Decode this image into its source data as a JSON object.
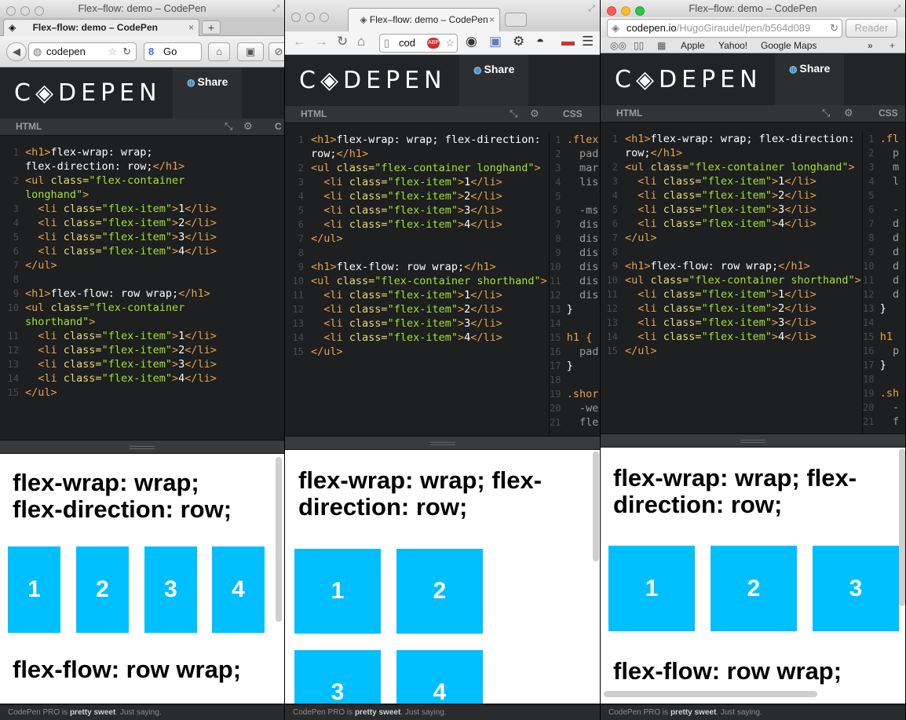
{
  "colors": {
    "accent": "#00bfff",
    "editor_bg": "#1d1f20",
    "tag": "#e8a44b",
    "attr": "#e6db74",
    "string": "#a6e22e"
  },
  "windows": [
    {
      "browser": "firefox",
      "title": "Flex–flow: demo – CodePen",
      "tab": "Flex–flow: demo – CodePen",
      "url": "codepen",
      "search": "Go"
    },
    {
      "browser": "chrome",
      "title": "",
      "tab": "Flex–flow: demo – CodePen",
      "url": "cod"
    },
    {
      "browser": "safari",
      "title": "Flex–flow: demo – CodePen",
      "url_host": "codepen.io",
      "url_path": "/HugoGiraudel/pen/b564d089",
      "reader": "Reader",
      "bookmarks": [
        "Apple",
        "Yahoo!",
        "Google Maps"
      ]
    }
  ],
  "codepen": {
    "logo": "C◈DEPEN",
    "share": "Share",
    "html_label": "HTML",
    "css_label": "CSS",
    "footer_a": "CodePen PRO is ",
    "footer_b": "pretty sweet",
    "footer_c": ". Just saying."
  },
  "html_lines_w1": [
    [
      "1",
      "<h1>",
      "flex-wrap: wrap;"
    ],
    [
      "",
      "flex-direction: row;",
      "</h1>"
    ],
    [
      "2",
      "<ul ",
      "class=",
      "\"flex-container"
    ],
    [
      "",
      "longhand\"",
      ">"
    ],
    [
      "3",
      "  <li ",
      "class=",
      "\"flex-item\"",
      ">1</li>"
    ],
    [
      "4",
      "  <li ",
      "class=",
      "\"flex-item\"",
      ">2</li>"
    ],
    [
      "5",
      "  <li ",
      "class=",
      "\"flex-item\"",
      ">3</li>"
    ],
    [
      "6",
      "  <li ",
      "class=",
      "\"flex-item\"",
      ">4</li>"
    ],
    [
      "7",
      "</ul>"
    ],
    [
      "8",
      ""
    ],
    [
      "9",
      "<h1>",
      "flex-flow: row wrap;",
      "</h1>"
    ],
    [
      "10",
      "<ul ",
      "class=",
      "\"flex-container"
    ],
    [
      "",
      "shorthand\"",
      ">"
    ],
    [
      "11",
      "  <li ",
      "class=",
      "\"flex-item\"",
      ">1</li>"
    ],
    [
      "12",
      "  <li ",
      "class=",
      "\"flex-item\"",
      ">2</li>"
    ],
    [
      "13",
      "  <li ",
      "class=",
      "\"flex-item\"",
      ">3</li>"
    ],
    [
      "14",
      "  <li ",
      "class=",
      "\"flex-item\"",
      ">4</li>"
    ],
    [
      "15",
      "</ul>"
    ]
  ],
  "html_lines_w23": [
    [
      "1",
      "<h1>",
      "flex-wrap: wrap; flex-direction:"
    ],
    [
      "",
      "row;",
      "</h1>"
    ],
    [
      "2",
      "<ul ",
      "class=",
      "\"flex-container longhand\"",
      ">"
    ],
    [
      "3",
      "  <li ",
      "class=",
      "\"flex-item\"",
      ">1</li>"
    ],
    [
      "4",
      "  <li ",
      "class=",
      "\"flex-item\"",
      ">2</li>"
    ],
    [
      "5",
      "  <li ",
      "class=",
      "\"flex-item\"",
      ">3</li>"
    ],
    [
      "6",
      "  <li ",
      "class=",
      "\"flex-item\"",
      ">4</li>"
    ],
    [
      "7",
      "</ul>"
    ],
    [
      "8",
      ""
    ],
    [
      "9",
      "<h1>",
      "flex-flow: row wrap;",
      "</h1>"
    ],
    [
      "10",
      "<ul ",
      "class=",
      "\"flex-container shorthand\"",
      ">"
    ],
    [
      "11",
      "  <li ",
      "class=",
      "\"flex-item\"",
      ">1</li>"
    ],
    [
      "12",
      "  <li ",
      "class=",
      "\"flex-item\"",
      ">2</li>"
    ],
    [
      "13",
      "  <li ",
      "class=",
      "\"flex-item\"",
      ">3</li>"
    ],
    [
      "14",
      "  <li ",
      "class=",
      "\"flex-item\"",
      ">4</li>"
    ],
    [
      "15",
      "</ul>"
    ]
  ],
  "css_w2": [
    [
      "1",
      ".flex"
    ],
    [
      "2",
      "  pad"
    ],
    [
      "3",
      "  mar"
    ],
    [
      "4",
      "  lis"
    ],
    [
      "5",
      ""
    ],
    [
      "6",
      "  -ms"
    ],
    [
      "7",
      "  dis"
    ],
    [
      "8",
      "  dis"
    ],
    [
      "9",
      "  dis"
    ],
    [
      "10",
      "  dis"
    ],
    [
      "11",
      "  dis"
    ],
    [
      "12",
      "  dis"
    ],
    [
      "13",
      "}"
    ],
    [
      "14",
      ""
    ],
    [
      "15",
      "h1 {"
    ],
    [
      "16",
      "  pad"
    ],
    [
      "17",
      "}"
    ],
    [
      "18",
      ""
    ],
    [
      "19",
      ".shor"
    ],
    [
      "20",
      "  -we"
    ],
    [
      "21",
      "  fle"
    ]
  ],
  "css_w3": [
    [
      "1",
      ".fl"
    ],
    [
      "2",
      "  p"
    ],
    [
      "3",
      "  m"
    ],
    [
      "4",
      "  l"
    ],
    [
      "5",
      ""
    ],
    [
      "6",
      "  -"
    ],
    [
      "7",
      "  d"
    ],
    [
      "8",
      "  d"
    ],
    [
      "9",
      "  d"
    ],
    [
      "10",
      "  d"
    ],
    [
      "11",
      "  d"
    ],
    [
      "12",
      "  d"
    ],
    [
      "13",
      "}"
    ],
    [
      "14",
      ""
    ],
    [
      "15",
      "h1"
    ],
    [
      "16",
      "  p"
    ],
    [
      "17",
      "}"
    ],
    [
      "18",
      ""
    ],
    [
      "19",
      ".sh"
    ],
    [
      "20",
      "  -"
    ],
    [
      "21",
      "  f"
    ]
  ],
  "preview": {
    "w1": {
      "h1a_1": "flex-wrap: wrap;",
      "h1a_2": "flex-direction: row;",
      "items": [
        "1",
        "2",
        "3",
        "4"
      ],
      "h1b": "flex-flow: row wrap;"
    },
    "w2": {
      "h1a_1": "flex-wrap: wrap; flex-",
      "h1a_2": "direction: row;",
      "items": [
        "1",
        "2",
        "3",
        "4"
      ]
    },
    "w3": {
      "h1a_1": "flex-wrap: wrap; flex-",
      "h1a_2": "direction: row;",
      "items": [
        "1",
        "2",
        "3"
      ],
      "h1b": "flex-flow: row wrap;"
    }
  }
}
